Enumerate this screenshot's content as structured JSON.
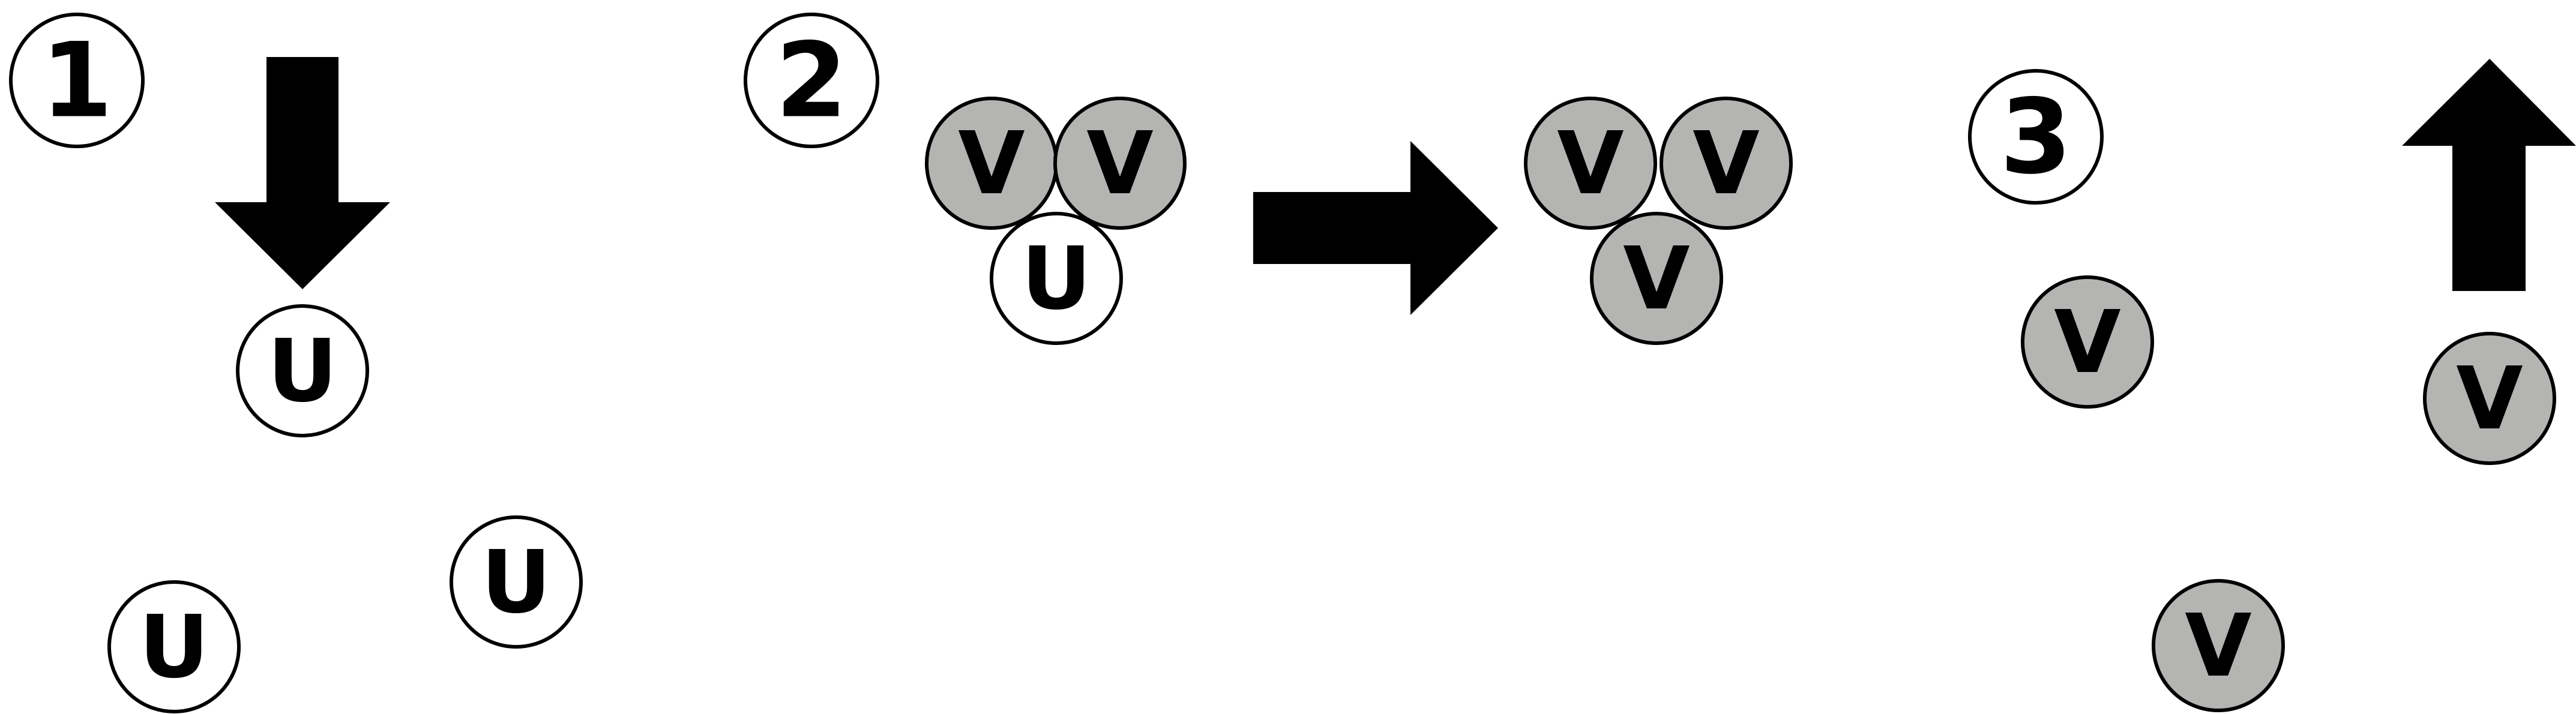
{
  "colors": {
    "background": "#ffffff",
    "outline": "#000000",
    "u_fill": "#ffffff",
    "v_fill": "#b4b5b3",
    "arrow_fill": "#000000"
  },
  "steps": [
    {
      "number": "1",
      "arrow_direction": "down",
      "particles": [
        "U",
        "U",
        "U"
      ]
    },
    {
      "number": "2",
      "arrow_direction": "right",
      "particles": [
        "V",
        "V",
        "U",
        "V",
        "V",
        "V"
      ]
    },
    {
      "number": "3",
      "arrow_direction": "up",
      "particles": [
        "V",
        "V",
        "V"
      ]
    }
  ]
}
